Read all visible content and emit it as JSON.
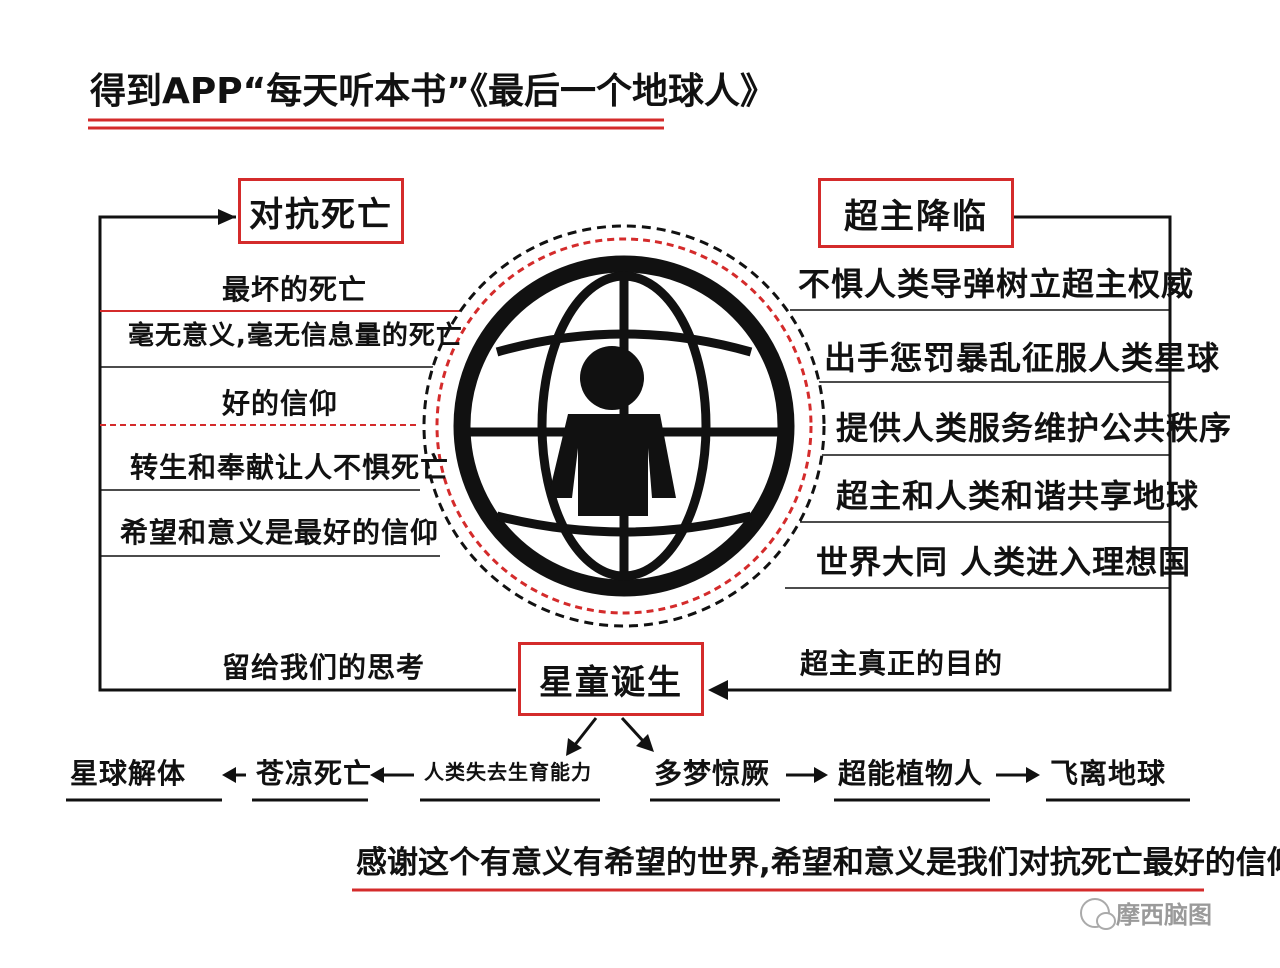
{
  "title": "得到APP“每天听本书”《最后一个地球人》",
  "left_header": "对抗死亡",
  "right_header": "超主降临",
  "bottom_center": "星童诞生",
  "left_items": [
    "最坏的死亡",
    "毫无意义,毫无信息量的死亡",
    "好的信仰",
    "转生和奉献让人不惧死亡",
    "希望和意义是最好的信仰"
  ],
  "right_items": [
    "不惧人类导弹树立超主权威",
    "出手惩罚暴乱征服人类星球",
    "提供人类服务维护公共秩序",
    "超主和人类和谐共享地球",
    "世界大同 人类进入理想国"
  ],
  "left_bottom_label": "留给我们的思考",
  "right_bottom_label": "超主真正的目的",
  "flow_left": [
    "星球解体",
    "苍凉死亡",
    "人类失去生育能力"
  ],
  "flow_right": [
    "多梦惊厥",
    "超能植物人",
    "飞离地球"
  ],
  "conclusion": "感谢这个有意义有希望的世界,希望和意义是我们对抗死亡最好的信仰",
  "watermark": "摩西脑图",
  "colors": {
    "accent": "#d42b2b",
    "ink": "#111111"
  }
}
